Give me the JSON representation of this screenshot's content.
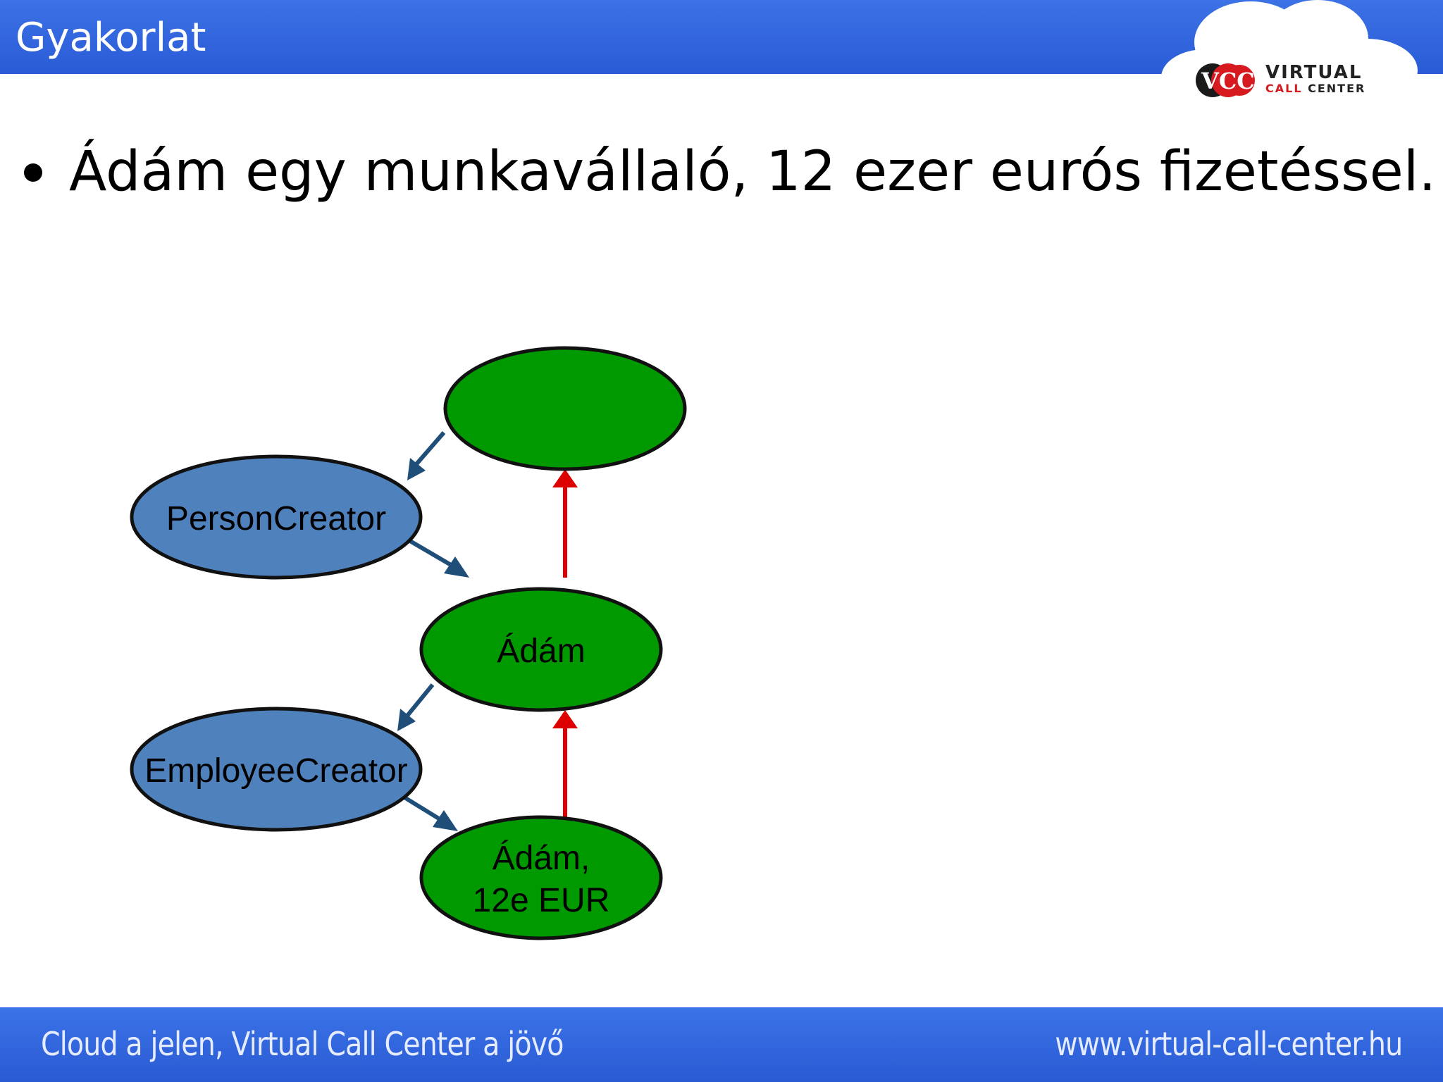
{
  "header": {
    "title": "Gyakorlat",
    "logo": {
      "icon": "vcc-logo-icon",
      "line1": "VIRTUAL",
      "line2_a": "CALL",
      "line2_b": " CENTER"
    }
  },
  "content": {
    "bullet": "Ádám egy munkavállaló, 12 ezer eurós fizetéssel."
  },
  "diagram": {
    "nodes": {
      "top": "",
      "person_creator": "PersonCreator",
      "adam": "Ádám",
      "employee_creator": "EmployeeCreator",
      "adam_eur_line1": "Ádám,",
      "adam_eur_line2": "12e EUR"
    },
    "colors": {
      "green_node": "#009900",
      "blue_node": "#4f81bd",
      "blue_arrow": "#1f4e79",
      "red_arrow": "#dd0000"
    }
  },
  "footer": {
    "left": "Cloud a jelen, Virtual Call Center a jövő",
    "right": "www.virtual-call-center.hu"
  }
}
